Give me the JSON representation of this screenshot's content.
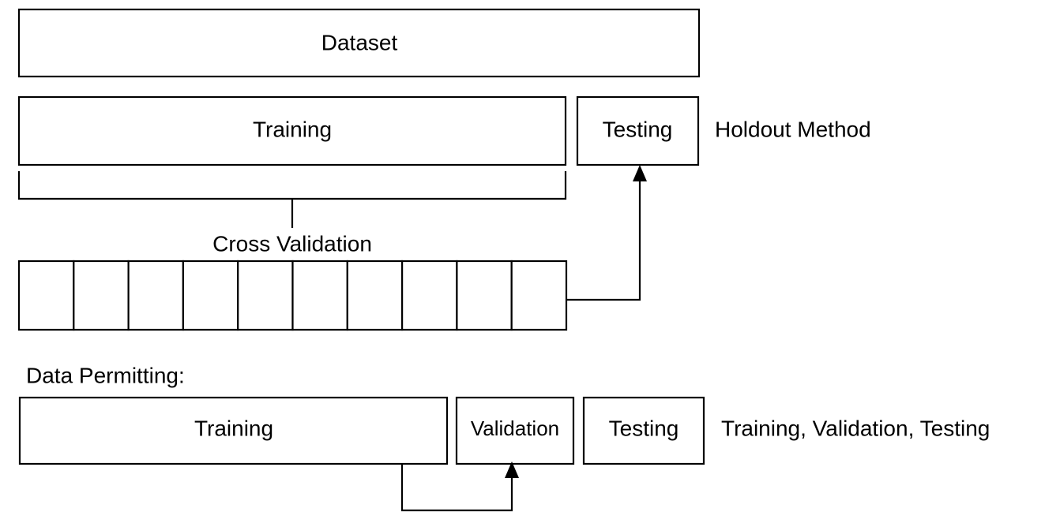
{
  "diagram": {
    "title_box": {
      "label": "Dataset"
    },
    "holdout_row": {
      "training_label": "Training",
      "testing_label": "Testing",
      "method_label": "Holdout Method"
    },
    "cross_validation": {
      "label": "Cross Validation",
      "fold_count": 10,
      "folds": [
        "",
        "",
        "",
        "",
        "",
        "",
        "",
        "",
        "",
        ""
      ]
    },
    "data_permitting": {
      "heading": "Data Permitting:",
      "training_label": "Training",
      "validation_label": "Validation",
      "testing_label": "Testing",
      "method_label": "Training, Validation, Testing"
    },
    "colors": {
      "stroke": "#000000",
      "fill": "#ffffff",
      "text": "#000000"
    }
  }
}
